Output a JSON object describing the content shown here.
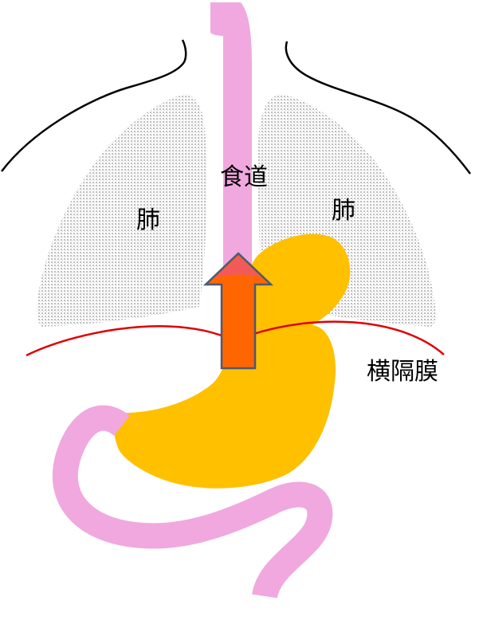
{
  "labels": {
    "lung_left": "肺",
    "lung_right": "肺",
    "esophagus": "食道",
    "diaphragm": "横隔膜"
  },
  "colors": {
    "esophagus": "#F0A8DF",
    "stomach": "#FFC000",
    "lung_fill": "#E4E4E4",
    "diaphragm": "#E00000",
    "arrow_fill": "#FF6600",
    "arrow_tip": "#F25A5A",
    "arrow_outline": "#4A5A78",
    "body_outline": "#000000"
  },
  "icons": [
    "reflux-arrow-icon"
  ]
}
